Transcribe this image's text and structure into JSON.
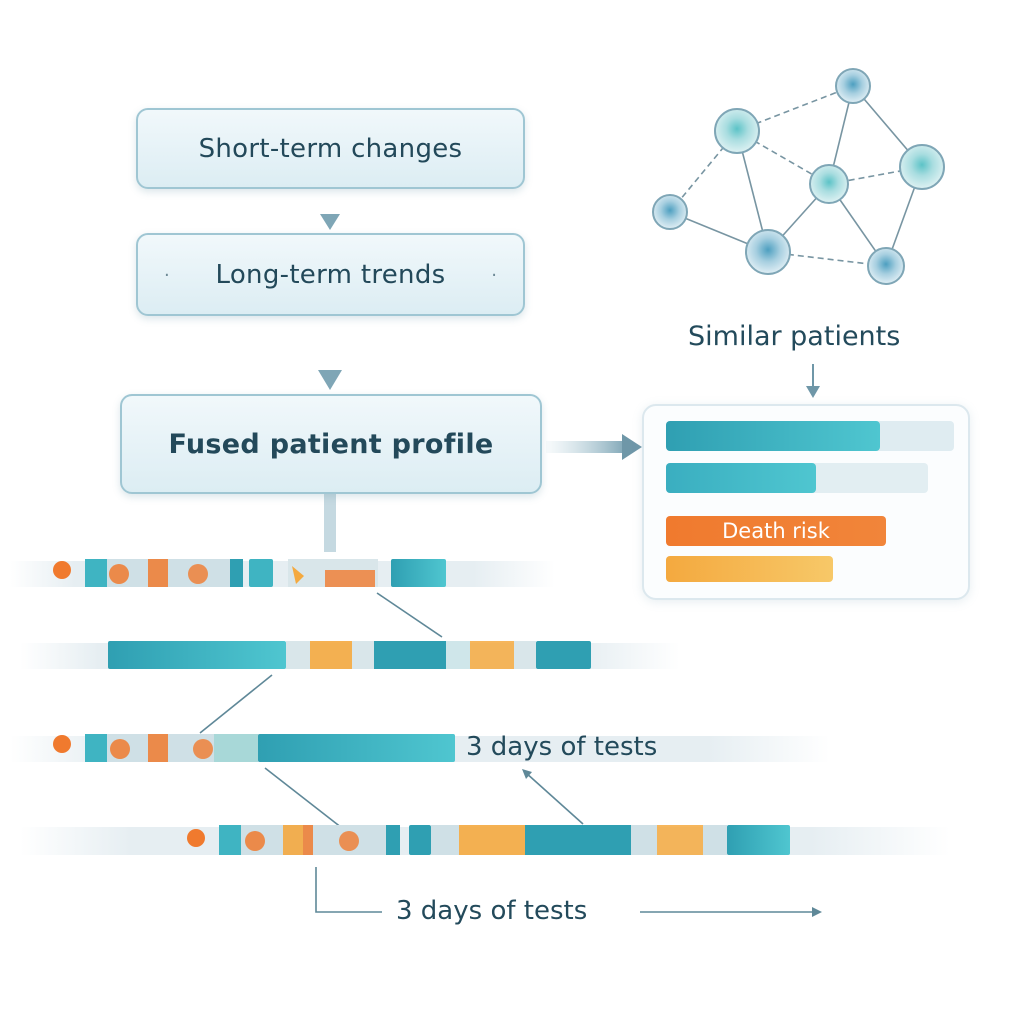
{
  "flow": {
    "short_term": "Short-term changes",
    "long_term": "Long-term trends",
    "fused_profile": "Fused patient profile"
  },
  "similar": {
    "label": "Similar patients",
    "risk_label": "Death risk"
  },
  "timeline": {
    "label_1": "3 days of tests",
    "label_2": "3 days of tests"
  },
  "colors": {
    "teal": "#3fb4c2",
    "teal_dark": "#2f9fb2",
    "orange": "#f07a2e",
    "amber": "#f4a93f",
    "box_border": "#9fc6d3",
    "text": "#234a5b"
  }
}
